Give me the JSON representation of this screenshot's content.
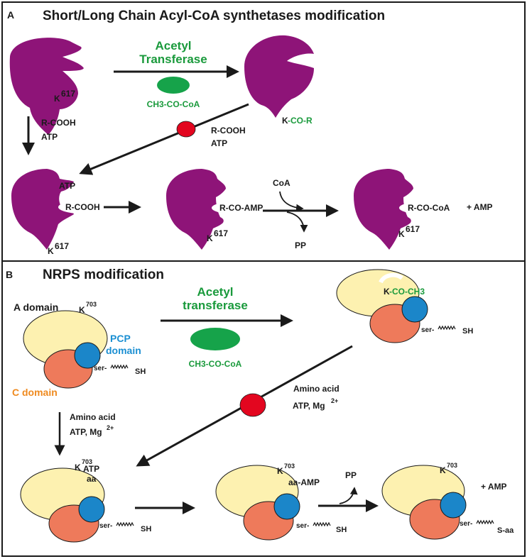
{
  "panel_a": {
    "letter": "A",
    "title": "Short/Long Chain Acyl-CoA synthetases modification",
    "enzyme_line1": "Acetyl",
    "enzyme_line2": "Transferase",
    "acetyl_donor": "CH3-CO-CoA",
    "lysine_K": "K",
    "lysine_num": "617",
    "acylated_K": "K",
    "acylated_group": "-CO-R",
    "substrates_left_1": "R-COOH",
    "substrates_left_2": "ATP",
    "substrates_diag_1": "R-COOH",
    "substrates_diag_2": "ATP",
    "bound_atp": "ATP",
    "bound_rcooh": "R-COOH",
    "intermediate": "R-CO-AMP",
    "coa": "CoA",
    "pp": "PP",
    "product": "R-CO-CoA",
    "amp": "+ AMP"
  },
  "panel_b": {
    "letter": "B",
    "title": "NRPS modification",
    "a_domain": "A domain",
    "pcp_line1": "PCP",
    "pcp_line2": "domain",
    "c_domain": "C domain",
    "lysine_K": "K",
    "lysine_num": "703",
    "enzyme_line1": "Acetyl",
    "enzyme_line2": "transferase",
    "acetyl_donor": "CH3-CO-CoA",
    "acetylated_K": "K",
    "acetylated_group": "-CO-CH3",
    "ser": "ser-",
    "sh": "SH",
    "amino_acid_left": "Amino acid",
    "atp_mg_left": "ATP, Mg",
    "amino_acid_diag": "Amino acid",
    "atp_mg_diag": "ATP, Mg",
    "charge": "2+",
    "bound_atp": "ATP",
    "bound_aa": "aa",
    "aa_amp": "aa-AMP",
    "pp": "PP",
    "s_aa": "S-aa",
    "amp": "+ AMP"
  },
  "colors": {
    "acs_purple": "#8e1478",
    "enzyme_green": "#16a34a",
    "label_green": "#1a9a3c",
    "inhibitor_red": "#e3061f",
    "a_domain_yellow": "#fdf1b0",
    "c_domain_orange": "#ee7a5b",
    "pcp_blue": "#1b86c9",
    "pcp_label_blue": "#1b8fd2",
    "c_label_orange": "#ef8a1f"
  }
}
